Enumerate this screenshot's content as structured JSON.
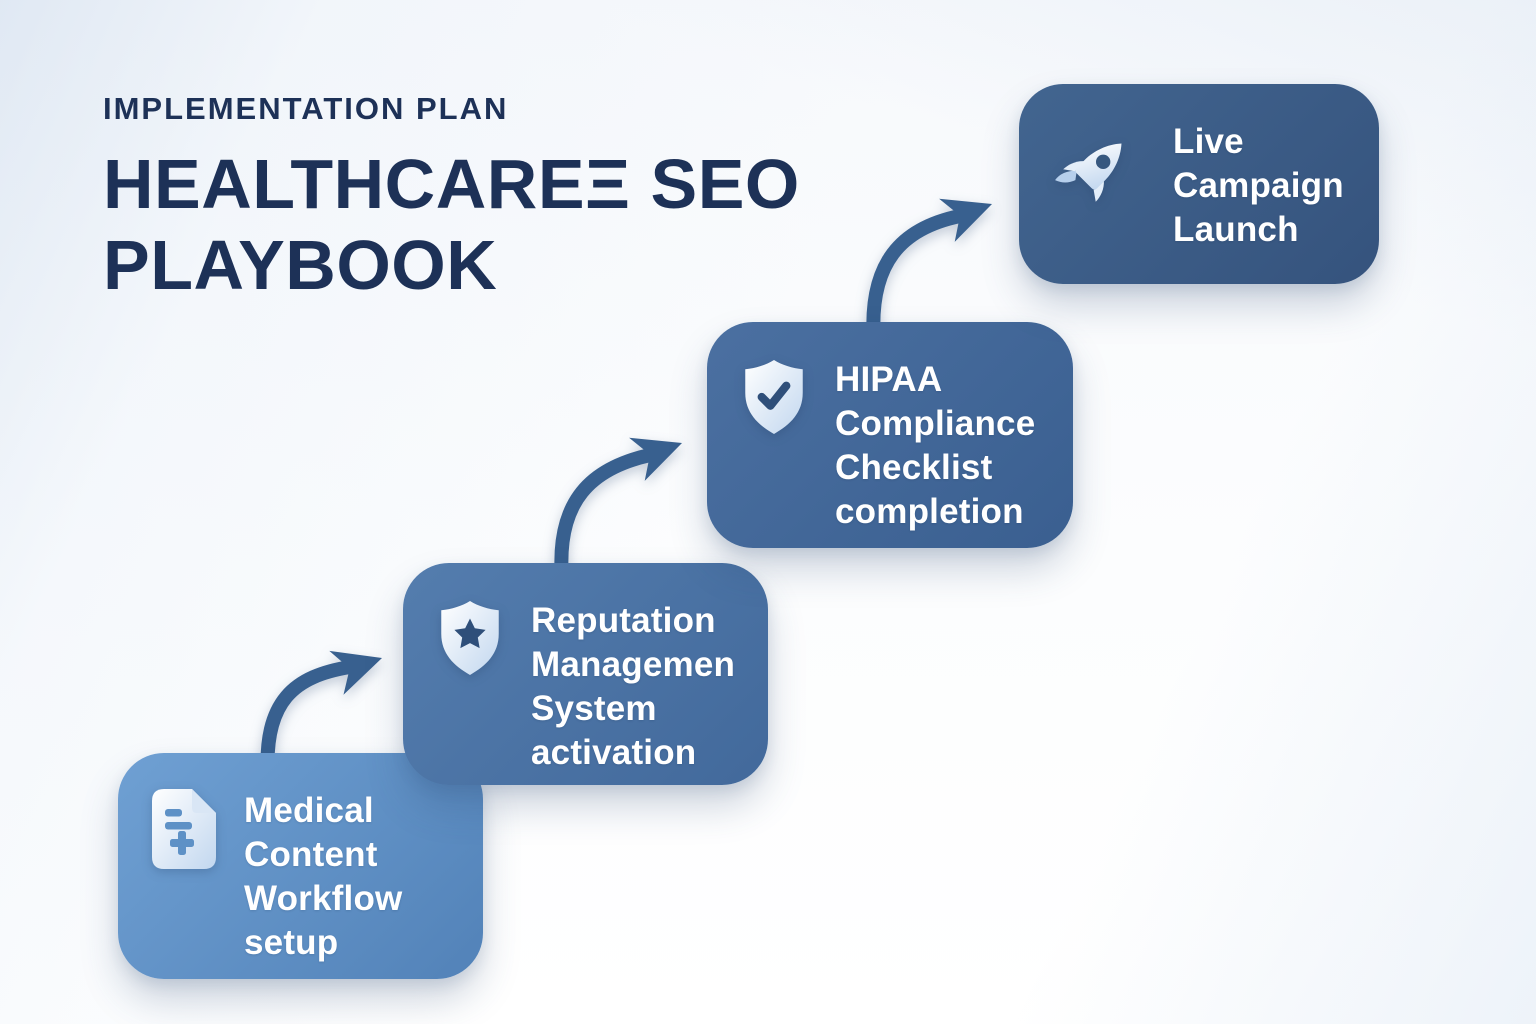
{
  "header": {
    "kicker": "IMPLEMENTATION PLAN",
    "title_line1": "HEALTHCAREΞ SEO",
    "title_line2": "PLAYBOOK"
  },
  "steps": [
    {
      "order": 1,
      "label": "Medical\nContent\nWorkflow\nsetup",
      "icon": "medical-document-icon",
      "fill_start": "#6fa0d3",
      "fill_end": "#5282b8"
    },
    {
      "order": 2,
      "label": "Reputation\nManagemen\nSystem\nactivation",
      "icon": "shield-star-icon",
      "fill_start": "#547dae",
      "fill_end": "#42699b"
    },
    {
      "order": 3,
      "label": "HIPAA\nCompliance\nChecklist\ncompletion",
      "icon": "shield-check-icon",
      "fill_start": "#4b70a1",
      "fill_end": "#3a5f90"
    },
    {
      "order": 4,
      "label": "Live\nCampaign\nLaunch",
      "icon": "rocket-icon",
      "fill_start": "#426590",
      "fill_end": "#35537d"
    }
  ],
  "colors": {
    "background_tint": "#eef3f9",
    "title_text": "#1d3157",
    "card_text": "#ffffff",
    "arrow": "#38608f",
    "icon_light_start": "#ffffff",
    "icon_light_end": "#c2d7ef",
    "icon_dark_accent": "#2f4f7a"
  }
}
